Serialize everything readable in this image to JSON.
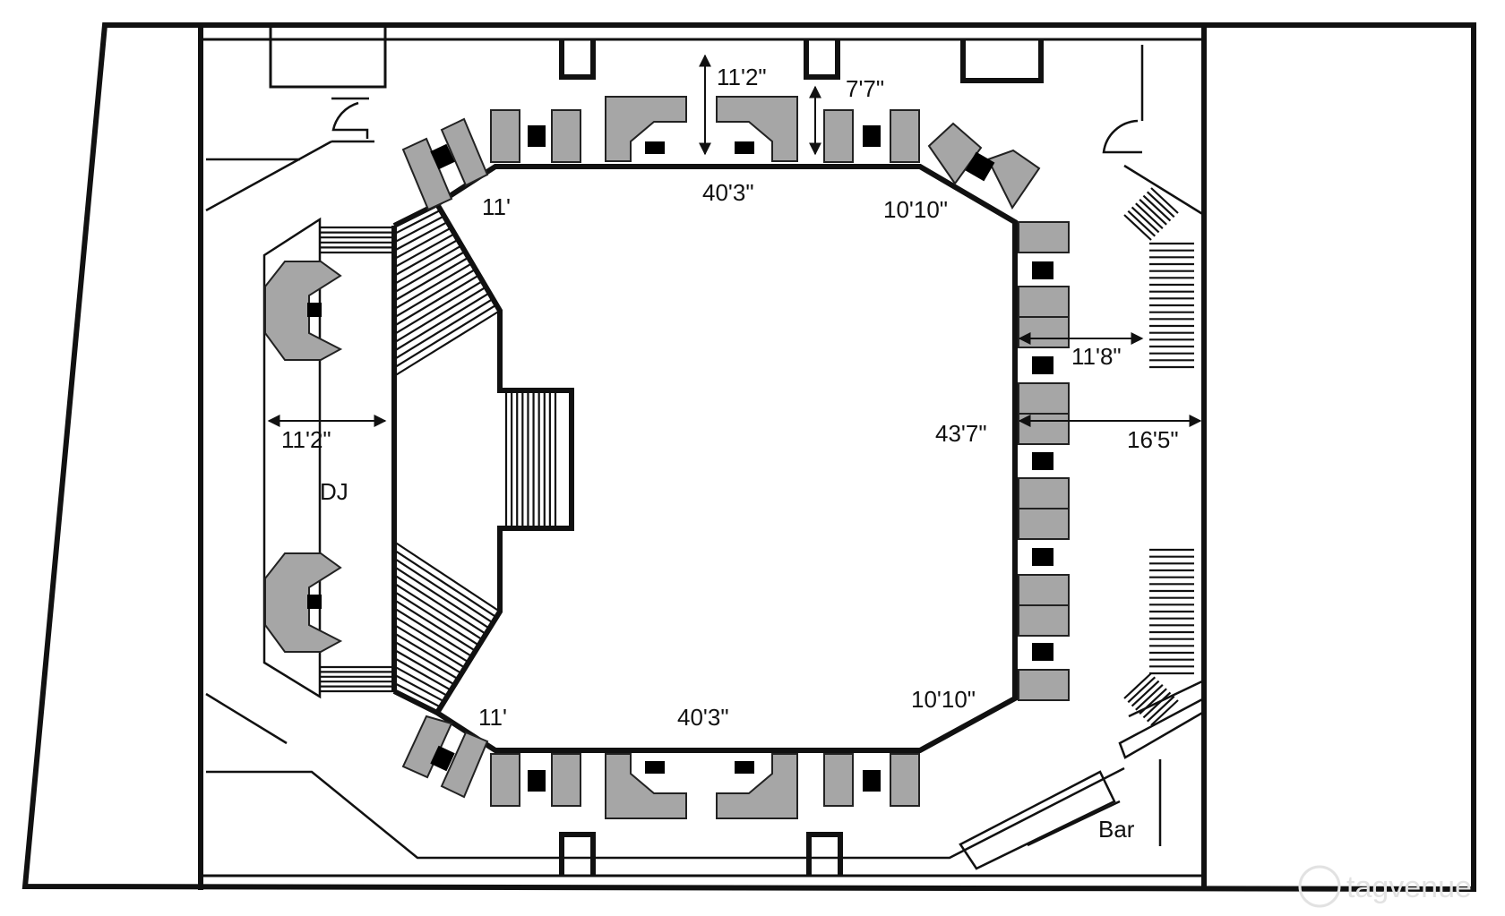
{
  "venue_plan": {
    "dimensions": {
      "top_depth": "11'2\"",
      "top_gap": "7'7\"",
      "top_edge": "40'3\"",
      "bottom_edge": "40'3\"",
      "upper_left_diag": "11'",
      "lower_left_diag": "11'",
      "upper_right_diag": "10'10\"",
      "lower_right_diag": "10'10\"",
      "right_edge": "43'7\"",
      "right_side_depth": "11'8\"",
      "right_side_total": "16'5\"",
      "left_stage_depth": "11'2\""
    },
    "areas": {
      "dj": "DJ",
      "bar": "Bar"
    },
    "watermark": "tagvenue"
  },
  "colors": {
    "wall": "#111111",
    "seating": "#a6a6a6",
    "table": "#000000",
    "background": "#ffffff"
  }
}
